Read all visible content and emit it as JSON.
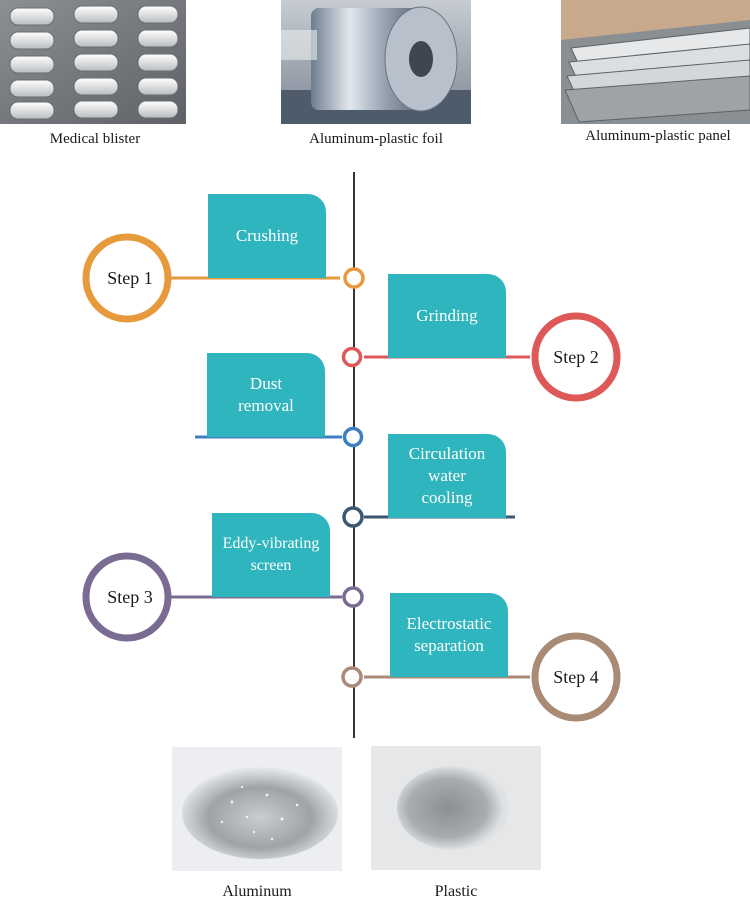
{
  "top_images": [
    {
      "caption": "Medical blister",
      "icon": "pill-blister-photo"
    },
    {
      "caption": "Aluminum-plastic foil",
      "icon": "foil-roll-photo"
    },
    {
      "caption": "Aluminum-plastic panel",
      "icon": "composite-panel-photo"
    }
  ],
  "steps": [
    {
      "label": "Step 1",
      "color": "#e69a3c"
    },
    {
      "label": "Step 2",
      "color": "#de5858"
    },
    {
      "label": "Step 3",
      "color": "#7a6b92"
    },
    {
      "label": "Step 4",
      "color": "#a88a75"
    }
  ],
  "processes": [
    {
      "line1": "Crushing",
      "line2": "",
      "line3": "",
      "color": "#e69a3c"
    },
    {
      "line1": "Grinding",
      "line2": "",
      "line3": "",
      "color": "#de5858"
    },
    {
      "line1": "Dust",
      "line2": "removal",
      "line3": "",
      "color": "#3d7fc0"
    },
    {
      "line1": "Circulation",
      "line2": "water",
      "line3": "cooling",
      "color": "#3b5870"
    },
    {
      "line1": "Eddy-vibrating",
      "line2": "screen",
      "line3": "",
      "color": "#7a6b92"
    },
    {
      "line1": "Electrostatic",
      "line2": "separation",
      "line3": "",
      "color": "#a88a75"
    }
  ],
  "bottom_images": [
    {
      "caption": "Aluminum",
      "icon": "aluminum-powder-photo"
    },
    {
      "caption": "Plastic",
      "icon": "plastic-powder-photo"
    }
  ],
  "colors": {
    "box": "#2fb5bd",
    "axis": "#333333"
  }
}
